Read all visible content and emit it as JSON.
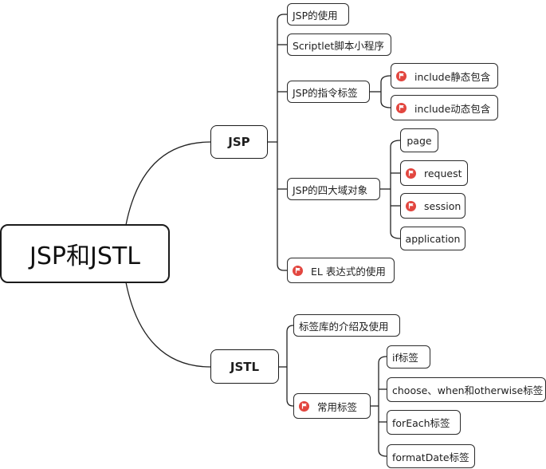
{
  "mindmap": {
    "root": {
      "label": "JSP和JSTL"
    },
    "jsp": {
      "label": "JSP",
      "children": {
        "usage": {
          "label": "JSP的使用"
        },
        "scriptlet": {
          "label": "Scriptlet脚本小程序"
        },
        "directive": {
          "label": "JSP的指令标签",
          "children": {
            "include_static": {
              "label": "include静态包含",
              "flag": true
            },
            "include_dynamic": {
              "label": "include动态包含",
              "flag": true
            }
          }
        },
        "scopes": {
          "label": "JSP的四大域对象",
          "children": {
            "page": {
              "label": "page"
            },
            "request": {
              "label": "request",
              "flag": true
            },
            "session": {
              "label": "session",
              "flag": true
            },
            "application": {
              "label": "application"
            }
          }
        },
        "el": {
          "label": "EL 表达式的使用",
          "flag": true
        }
      }
    },
    "jstl": {
      "label": "JSTL",
      "children": {
        "intro": {
          "label": "标签库的介绍及使用"
        },
        "common": {
          "label": "常用标签",
          "flag": true,
          "children": {
            "if_tag": {
              "label": "if标签"
            },
            "choose": {
              "label": "choose、when和otherwise标签"
            },
            "foreach": {
              "label": "forEach标签"
            },
            "formatdate": {
              "label": "formatDate标签"
            }
          }
        }
      }
    }
  },
  "colors": {
    "line": "#222222",
    "node_border": "#2b2b2b",
    "flag": "#e2463f",
    "background": "#ffffff"
  },
  "icons": {
    "flag": "flag-icon"
  }
}
